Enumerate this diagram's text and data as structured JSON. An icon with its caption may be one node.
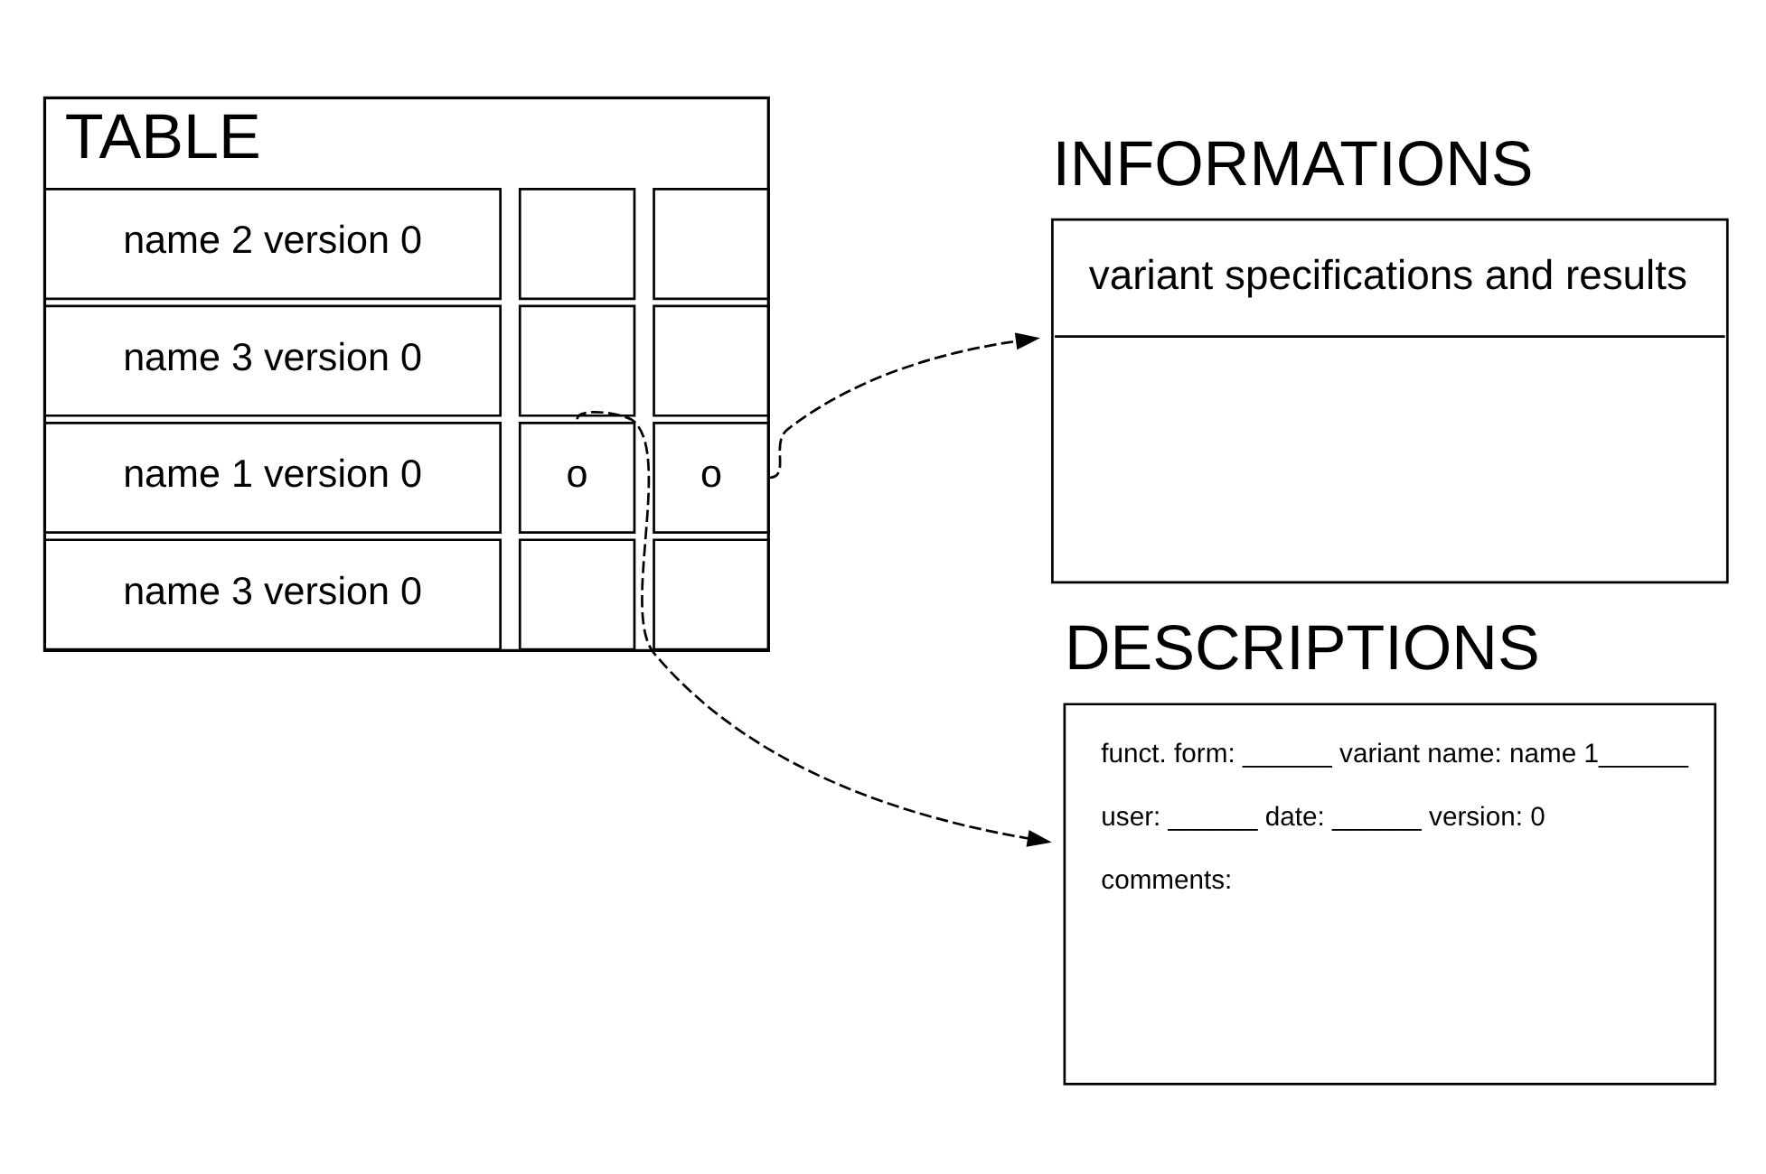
{
  "diagram": {
    "nodes": [
      {
        "text": [
          "TABLE"
        ]
      },
      {
        "text": [
          "name 1 version 0"
        ],
        "in": 0
      },
      {
        "text": [
          "o"
        ],
        "in": 0
      },
      {
        "text": [
          "o"
        ],
        "in": 0
      },
      {
        "text": [
          "name 2 version 0"
        ],
        "in": 0
      },
      {
        "text": [],
        "shape": "box",
        "in": 0
      },
      {
        "text": [],
        "shape": "box",
        "in": 0
      },
      {
        "text": [
          "name 3 version 0"
        ],
        "in": 0
      },
      {
        "text": [],
        "shape": "box",
        "in": 0
      },
      {
        "text": [],
        "shape": "box",
        "in": 0
      },
      {
        "text": [
          "name 3 version 0"
        ],
        "in": 0
      },
      {
        "text": [],
        "shape": "box",
        "in": 0
      },
      {
        "text": [],
        "shape": "box",
        "in": 0
      },
      {
        "text": [
          "DESCRIPTIONS",
          "funct. form: ______ variant name: name 1______",
          "user: ______ date: ______ version: 0",
          "comments:"
        ]
      },
      {
        "text": [
          "INFORMATIONS",
          "variant specifications and results"
        ]
      }
    ],
    "edges": [
      {
        "from": 2,
        "to": 13,
        "arrow": "to",
        "style": "dashed"
      },
      {
        "from": 3,
        "to": 14,
        "arrow": "to",
        "style": "dashed"
      }
    ]
  }
}
